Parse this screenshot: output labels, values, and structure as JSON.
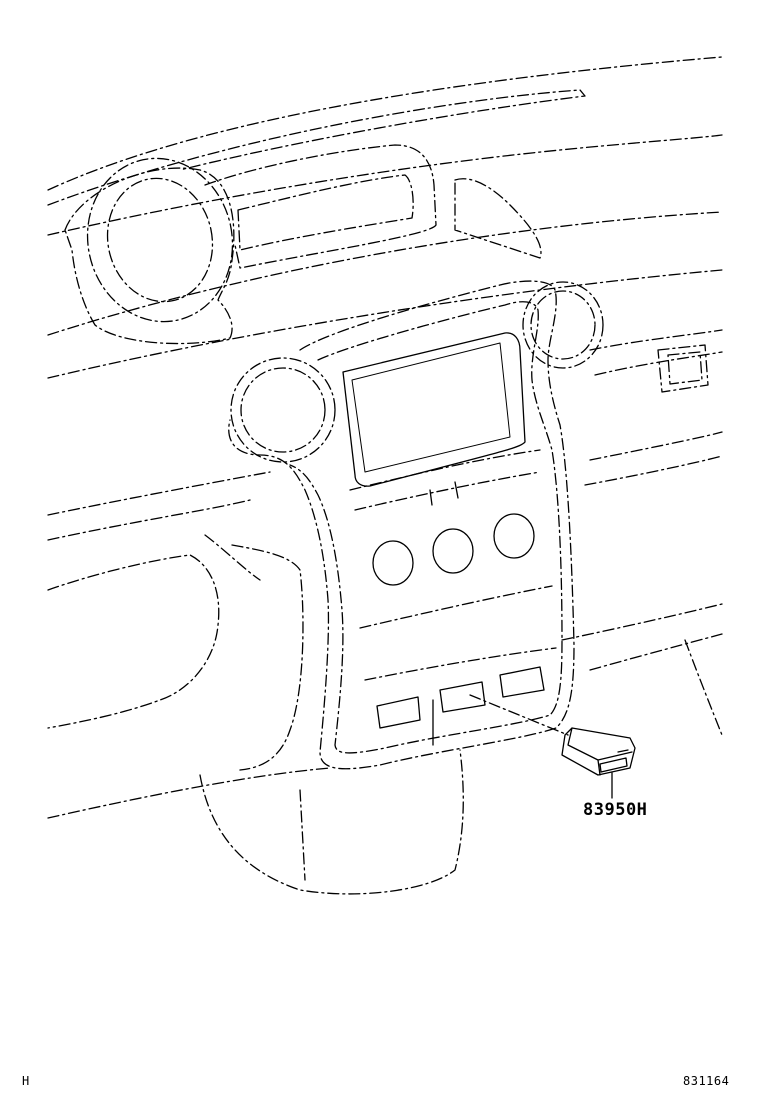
{
  "callout": {
    "part_number": "83950H"
  },
  "footer": {
    "left_code": "H",
    "right_code": "831164"
  },
  "style": {
    "line_color": "#000000",
    "background": "#ffffff"
  }
}
